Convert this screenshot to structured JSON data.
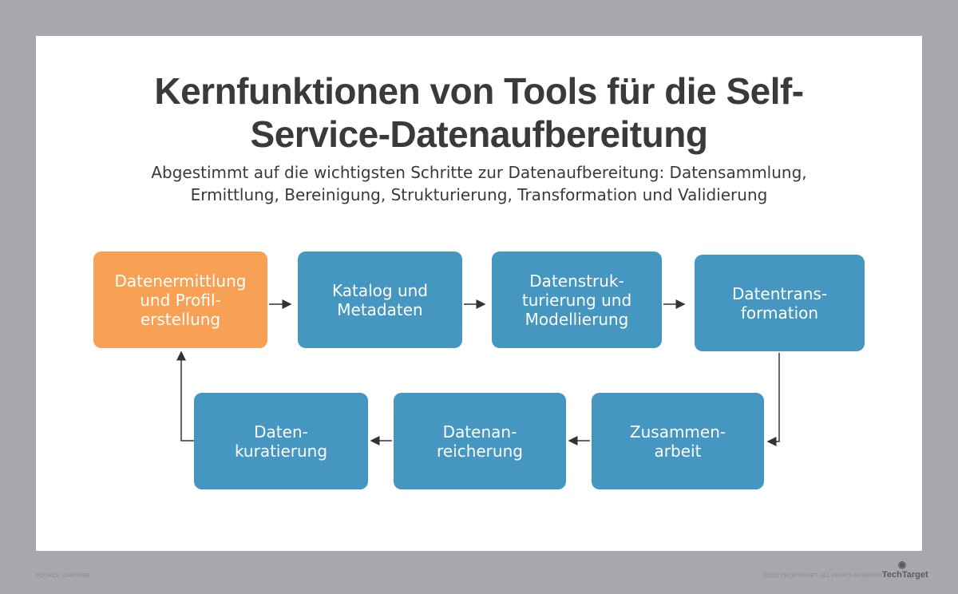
{
  "title": "Kernfunktionen von Tools für die Self-Service-Datenaufbereitung",
  "title_lines": [
    "Kernfunktionen von Tools für die Self-",
    "Service-Datenaufbereitung"
  ],
  "subtitle_lines": [
    "Abgestimmt auf die wichtigsten Schritte zur Datenaufbereitung: Datensammlung,",
    "Ermittlung, Bereinigung, Strukturierung, Transformation und Validierung"
  ],
  "steps": [
    {
      "label": "Datenermittlung\nund Profil-\nerstellung",
      "color": "#f8a155"
    },
    {
      "label": "Katalog und\nMetadaten",
      "color": "#4596c0"
    },
    {
      "label": "Datenstruk-\nturierung und\nModellierung",
      "color": "#4596c0"
    },
    {
      "label": "Datentrans-\nformation",
      "color": "#4596c0"
    },
    {
      "label": "Zusammen-\narbeit",
      "color": "#4596c0"
    },
    {
      "label": "Datenan-\nreicherung",
      "color": "#4596c0"
    },
    {
      "label": "Daten-\nkuratierung",
      "color": "#4596c0"
    }
  ],
  "footer": {
    "source": "SOURCE: GARTNER",
    "copyright": "©2020 TECHTARGET. ALL RIGHTS RESERVED",
    "logo": "TechTarget"
  }
}
